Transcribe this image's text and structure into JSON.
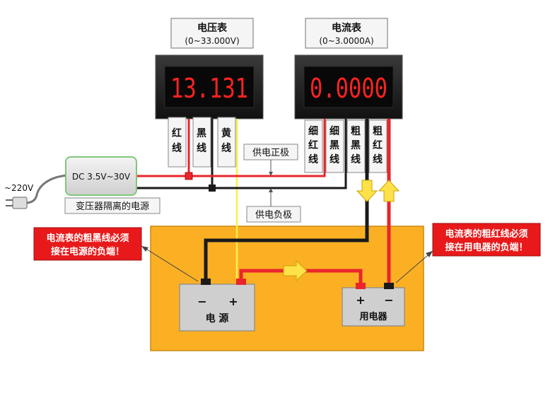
{
  "voltmeter": {
    "title": "电压表",
    "range": "(0~33.000V)",
    "display": "13.131"
  },
  "ammeter": {
    "title": "电流表",
    "range": "(0~3.0000A)",
    "display": "0.0000"
  },
  "voltmeter_wires": [
    "红",
    "线",
    "黑",
    "线",
    "黄",
    "线"
  ],
  "ammeter_wires": [
    "细",
    "红",
    "线",
    "细",
    "黑",
    "线",
    "粗",
    "黑",
    "线",
    "粗",
    "红",
    "线"
  ],
  "power_supply": {
    "label": "DC 3.5V~30V",
    "caption": "变压器隔离的电源",
    "ac_input": "~220V"
  },
  "supply_positive": "供电正极",
  "supply_negative": "供电负极",
  "note_left": [
    "电流表的粗黑线必须",
    "接在电源的负端！"
  ],
  "note_right": [
    "电流表的粗红线必须",
    "接在用电器的负端！"
  ],
  "source": {
    "minus": "−",
    "plus": "+",
    "label": "电  源"
  },
  "load": {
    "plus": "+",
    "minus": "−",
    "label": "用电器"
  },
  "colors": {
    "wire_red": "#e8262c",
    "wire_black": "#1a1a1a",
    "wire_yellow": "#ffee44",
    "board": "#fbb024",
    "note_bg": "#e8191a",
    "psu_border": "#7ec87a",
    "arrow_fill": "#ffe14a"
  }
}
